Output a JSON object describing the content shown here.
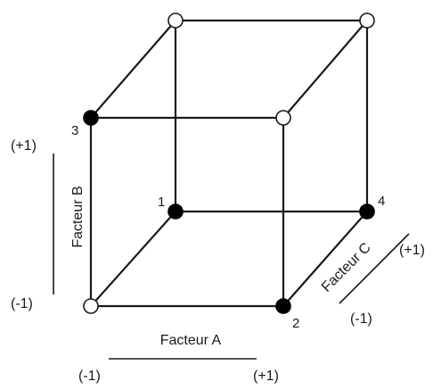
{
  "diagram": {
    "corner_labels": {
      "c1": "1",
      "c2": "2",
      "c3": "3",
      "c4": "4"
    },
    "corner_states": {
      "front_top_left": "filled",
      "front_top_right": "empty",
      "front_bottom_left": "empty",
      "front_bottom_right": "filled",
      "back_top_left": "empty",
      "back_top_right": "empty",
      "back_bottom_left": "filled",
      "back_bottom_right": "filled"
    },
    "factor_a": {
      "label": "Facteur A",
      "low": "(-1)",
      "high": "(+1)"
    },
    "factor_b": {
      "label": "Facteur B",
      "low": "(-1)",
      "high": "(+1)"
    },
    "factor_c": {
      "label": "Facteur C",
      "low": "(-1)",
      "high": "(+1)"
    },
    "colors": {
      "line": "#1a1a1a",
      "filled_node": "#000000",
      "empty_node": "#ffffff"
    }
  }
}
